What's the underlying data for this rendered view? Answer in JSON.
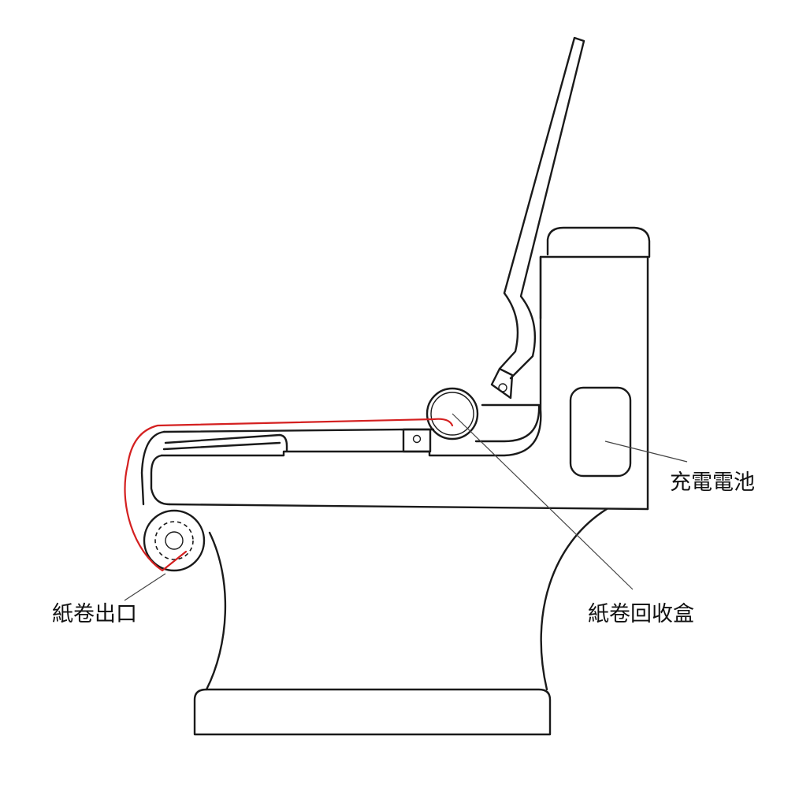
{
  "labels": {
    "battery": "充電電池",
    "paper_outlet": "紙卷出口",
    "paper_recovery_box": "紙卷回收盒"
  },
  "colors": {
    "outline": "#1a1a1a",
    "paper_strip": "#d42020",
    "leader_line": "#444444",
    "background": "#ffffff"
  }
}
